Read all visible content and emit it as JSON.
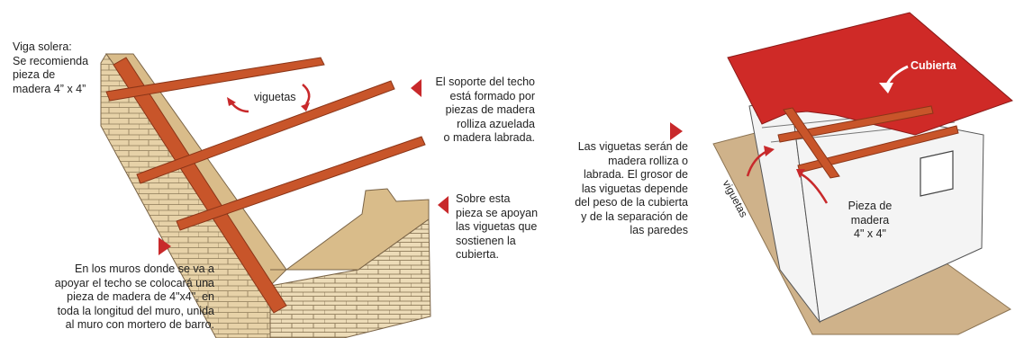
{
  "colors": {
    "wood": "#c8552a",
    "wood_dark": "#8a3518",
    "brick": "#e7d2a8",
    "ground": "#cfb28a",
    "roof": "#cf2a27",
    "arrow": "#c8292b",
    "wall": "#f4f4f4"
  },
  "left_diagram": {
    "viga_solera": [
      "Viga solera:",
      "Se recomienda",
      "pieza de",
      "madera 4” x 4”"
    ],
    "viguetas": "viguetas",
    "soporte": [
      "El soporte del techo",
      "está formado por",
      "piezas de madera",
      "rolliza azuelada",
      "o madera labrada."
    ],
    "sobre_esta": [
      "Sobre esta",
      "pieza se apoyan",
      "las viguetas que",
      "sostienen la",
      "cubierta."
    ],
    "muros": [
      "En los muros donde se va a",
      "apoyar el techo se colocará una",
      "pieza de madera de 4\"x4\", en",
      "toda la longitud del muro, unida",
      "al muro con mortero de barro."
    ]
  },
  "right_diagram": {
    "cubierta": "Cubierta",
    "viguetas_desc": [
      "Las viguetas serán de",
      "madera rolliza o",
      "labrada. El grosor de",
      "las viguetas depende",
      "del peso de la cubierta",
      "y de la separación de",
      "las paredes"
    ],
    "viguetas_label": "viguetas",
    "pieza": [
      "Pieza de",
      "madera",
      "4\" x 4\""
    ]
  }
}
